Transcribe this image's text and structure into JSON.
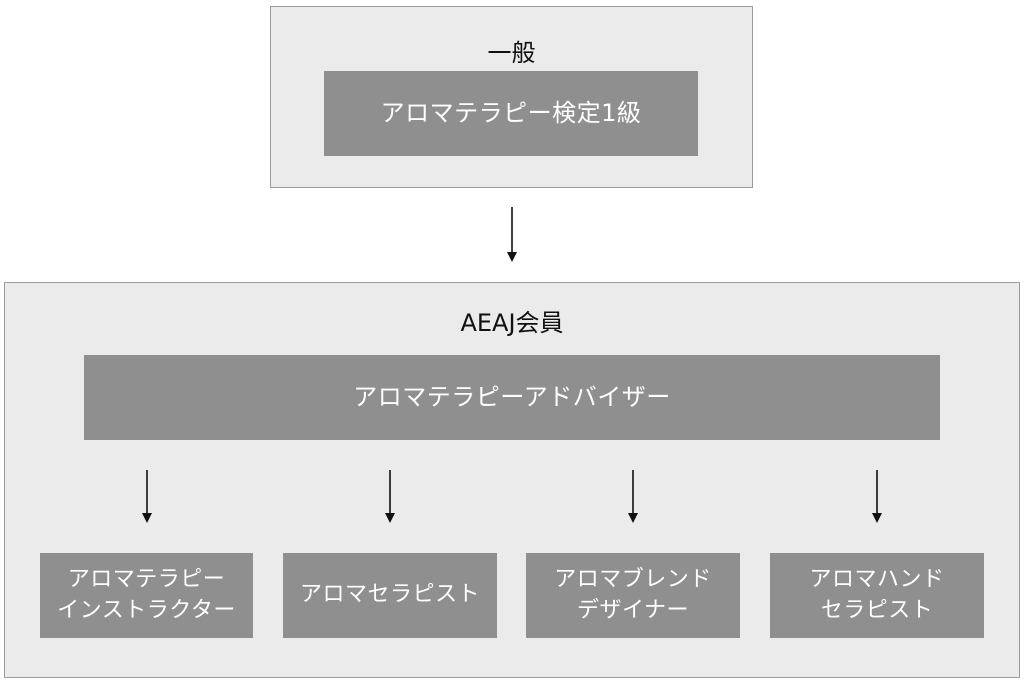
{
  "general": {
    "title": "一般",
    "exam": "アロマテラピー検定1級"
  },
  "member": {
    "title": "AEAJ会員",
    "advisor": "アロマテラピーアドバイザー",
    "qualifications": [
      "アロマテラピー\nインストラクター",
      "アロマセラピスト",
      "アロマブレンド\nデザイナー",
      "アロマハンド\nセラピスト"
    ]
  },
  "colors": {
    "panel_bg": "#ebebeb",
    "panel_border": "#9a9a9a",
    "box_bg": "#8f8f8f",
    "box_text": "#ffffff",
    "arrow": "#111111"
  },
  "icons": {
    "arrow": "arrow-down-icon"
  }
}
